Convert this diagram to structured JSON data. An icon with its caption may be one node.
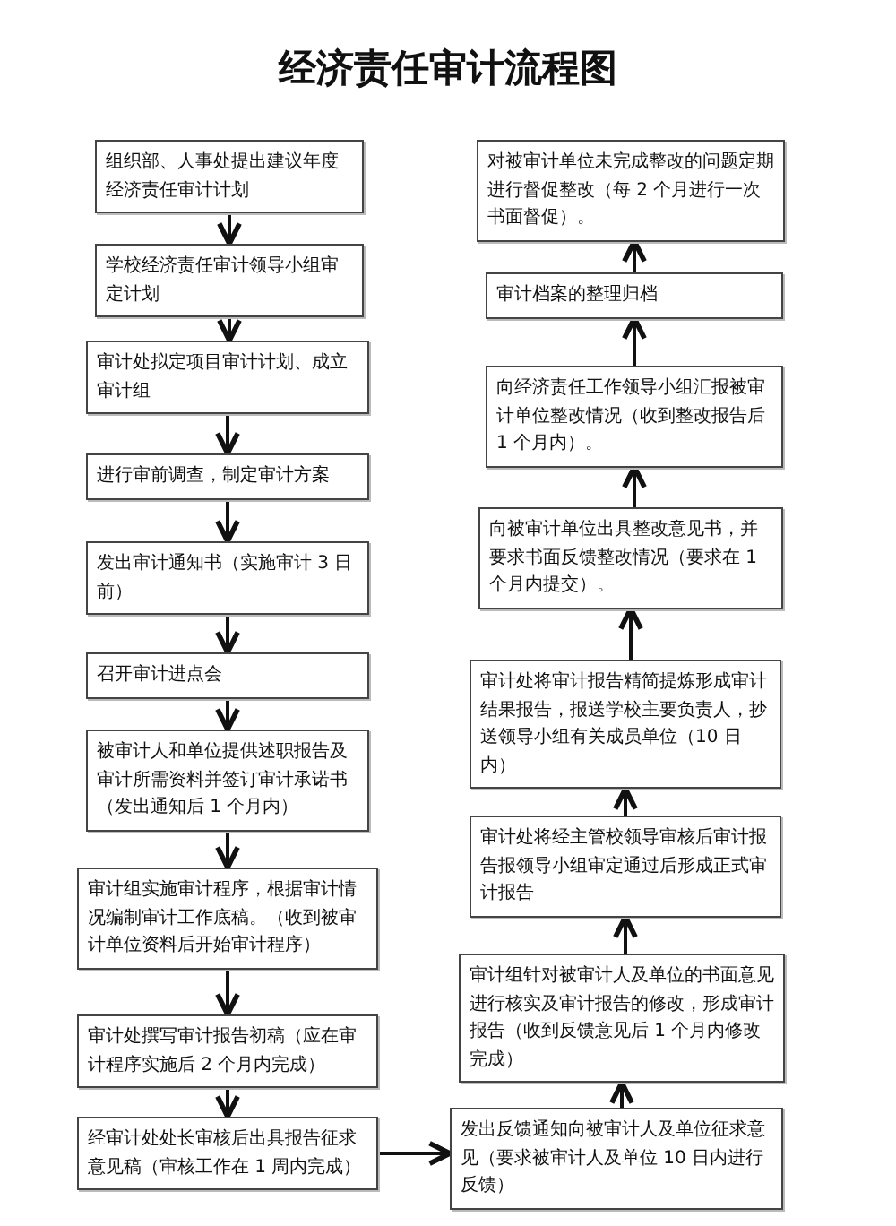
{
  "diagram": {
    "title": "经济责任审计流程图",
    "nodes": [
      {
        "text": [
          "组织部、人事处提出建议年度经济责任审计计划"
        ]
      },
      {
        "text": [
          "学校经济责任审计领导小组审定计划"
        ]
      },
      {
        "text": [
          "审计处拟定项目审计计划、成立审计组"
        ]
      },
      {
        "text": [
          "进行审前调查，制定审计方案"
        ]
      },
      {
        "text": [
          "发出审计通知书（实施审计 3 日前）"
        ]
      },
      {
        "text": [
          "召开审计进点会"
        ]
      },
      {
        "text": [
          "被审计人和单位提供述职报告及审计所需资料并签订审计承诺书（发出通知后 1 个月内）"
        ]
      },
      {
        "text": [
          "审计组实施审计程序，根据审计情况编制审计工作底稿。（收到被审计单位资料后开始审计程序）"
        ]
      },
      {
        "text": [
          "审计处撰写审计报告初稿（应在审计程序实施后 2 个月内完成）"
        ]
      },
      {
        "text": [
          "经审计处处长审核后出具报告征求意见稿（审核工作在 1 周内完成）"
        ]
      },
      {
        "text": [
          "发出反馈通知向被审计人及单位征求意见（要求被审计人及单位 10 日内进行反馈）"
        ]
      },
      {
        "text": [
          "审计组针对被审计人及单位的书面意见进行核实及审计报告的修改，形成审计报告（收到反馈意见后 1 个月内修改完成）"
        ]
      },
      {
        "text": [
          "审计处将经主管校领导审核后审计报告报领导小组审定通过后形成正式审计报告"
        ]
      },
      {
        "text": [
          "审计处将审计报告精简提炼形成审计结果报告，报送学校主要负责人，抄送领导小组有关成员单位（10 日内）"
        ]
      },
      {
        "text": [
          "向被审计单位出具整改意见书，并要求书面反馈整改情况（要求在 1 个月内提交）。"
        ]
      },
      {
        "text": [
          "向经济责任工作领导小组汇报被审计单位整改情况（收到整改报告后 1 个月内）。"
        ]
      },
      {
        "text": [
          "审计档案的整理归档"
        ]
      },
      {
        "text": [
          "对被审计单位未完成整改的问题定期进行督促整改（每 2 个月进行一次书面督促）。"
        ]
      }
    ],
    "edges": [
      {
        "from": 0,
        "to": 1,
        "arrow": "to"
      },
      {
        "from": 1,
        "to": 2,
        "arrow": "to"
      },
      {
        "from": 2,
        "to": 3,
        "arrow": "to"
      },
      {
        "from": 3,
        "to": 4,
        "arrow": "to"
      },
      {
        "from": 4,
        "to": 5,
        "arrow": "to"
      },
      {
        "from": 5,
        "to": 6,
        "arrow": "to"
      },
      {
        "from": 6,
        "to": 7,
        "arrow": "to"
      },
      {
        "from": 7,
        "to": 8,
        "arrow": "to"
      },
      {
        "from": 8,
        "to": 9,
        "arrow": "to"
      },
      {
        "from": 9,
        "to": 10,
        "arrow": "to"
      },
      {
        "from": 10,
        "to": 11,
        "arrow": "to"
      },
      {
        "from": 11,
        "to": 12,
        "arrow": "to"
      },
      {
        "from": 12,
        "to": 13,
        "arrow": "to"
      },
      {
        "from": 13,
        "to": 14,
        "arrow": "to"
      },
      {
        "from": 14,
        "to": 15,
        "arrow": "to"
      },
      {
        "from": 15,
        "to": 16,
        "arrow": "to"
      },
      {
        "from": 16,
        "to": 17,
        "arrow": "to"
      }
    ]
  }
}
